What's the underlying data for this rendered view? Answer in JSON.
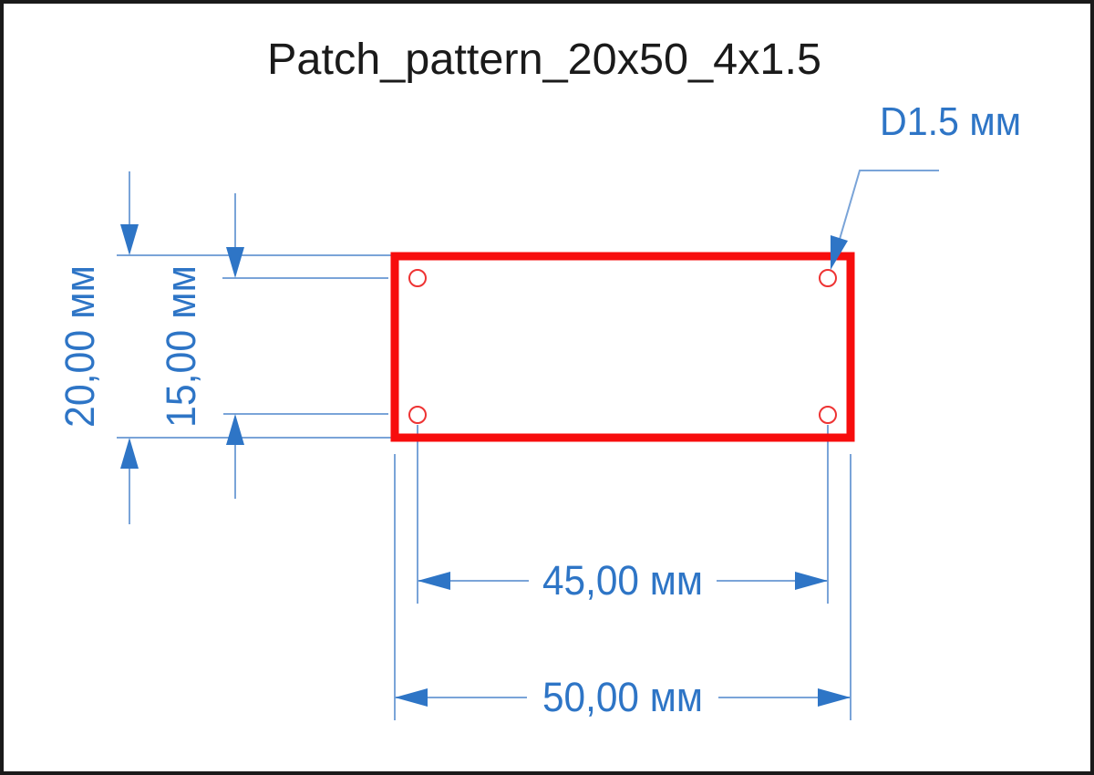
{
  "drawing": {
    "title": "Patch_pattern_20x50_4x1.5",
    "callout": {
      "hole_diameter_label": "D1.5 мм"
    },
    "dimensions": {
      "outer_height_label": "20,00 мм",
      "hole_pitch_vertical_label": "15,00 мм",
      "hole_pitch_horizontal_label": "45,00 мм",
      "outer_width_label": "50,00 мм"
    },
    "colors": {
      "dimension_text_blue": "#2E75C6",
      "dimension_line_blue": "#7AA4D8",
      "patch_outline_red": "#F70D0D",
      "hole_red": "#EE3333",
      "frame_black": "#1A1A1A",
      "background_white": "#FFFFFF"
    }
  }
}
